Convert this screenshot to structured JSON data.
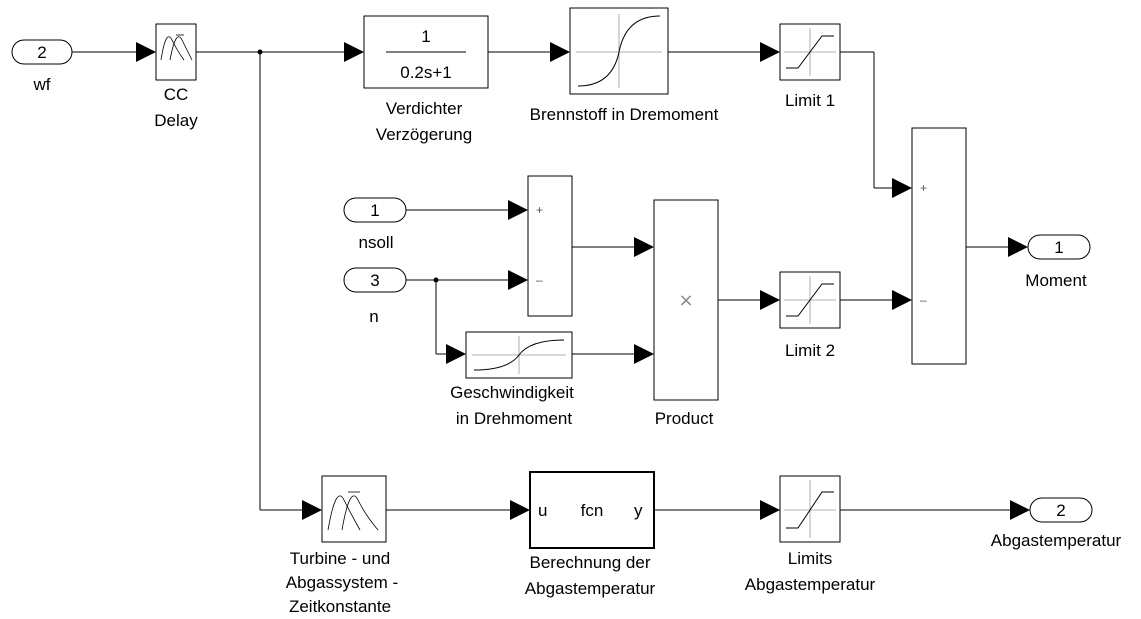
{
  "ports": {
    "in_wf": {
      "num": "2",
      "label": "wf"
    },
    "in_nsoll": {
      "num": "1",
      "label": "nsoll"
    },
    "in_n": {
      "num": "3",
      "label": "n"
    },
    "out_moment": {
      "num": "1",
      "label": "Moment"
    },
    "out_abgas": {
      "num": "2",
      "label": "Abgastemperatur"
    }
  },
  "blocks": {
    "cc_delay": {
      "line1": "CC",
      "line2": "Delay"
    },
    "tf": {
      "numerator": "1",
      "denominator": "0.2s+1",
      "line1": "Verdichter",
      "line2": "Verzögerung"
    },
    "brennstoff": {
      "label": "Brennstoff in Dremoment"
    },
    "limit1": {
      "label": "Limit 1"
    },
    "sum1": {
      "plus": "+",
      "minus": "–"
    },
    "product": {
      "label": "Product",
      "symbol": "×"
    },
    "limit2": {
      "label": "Limit 2"
    },
    "geschw": {
      "line1": "Geschwindigkeit",
      "line2": "in Drehmoment"
    },
    "sum2": {
      "plus": "+",
      "minus": "–"
    },
    "turbine": {
      "line1": "Turbine - und",
      "line2": "Abgassystem -",
      "line3": "Zeitkonstante"
    },
    "fcn": {
      "u": "u",
      "fcn": "fcn",
      "y": "y",
      "line1": "Berechnung der",
      "line2": "Abgastemperatur"
    },
    "limits_abgas": {
      "line1": "Limits",
      "line2": "Abgastemperatur"
    }
  }
}
